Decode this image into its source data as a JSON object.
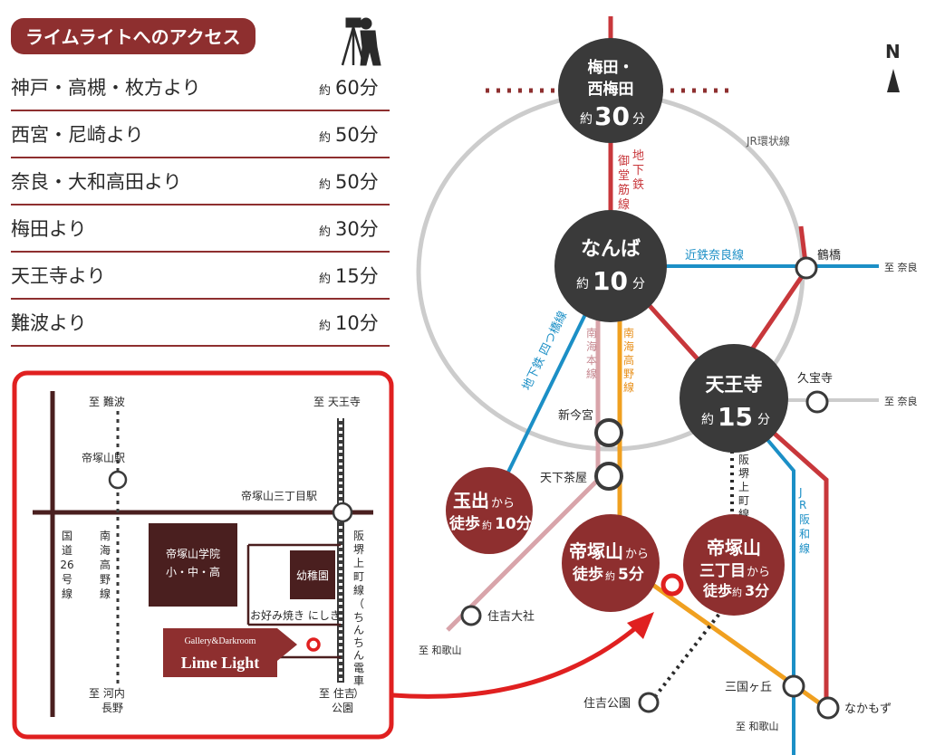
{
  "header": {
    "title": "ライムライトへのアクセス"
  },
  "access_list": [
    {
      "from": "神戸・高槻・枚方より",
      "approx": "約",
      "time": "60分"
    },
    {
      "from": "西宮・尼崎より",
      "approx": "約",
      "time": "50分"
    },
    {
      "from": "奈良・大和高田より",
      "approx": "約",
      "time": "50分"
    },
    {
      "from": "梅田より",
      "approx": "約",
      "time": "30分"
    },
    {
      "from": "天王寺より",
      "approx": "約",
      "time": "15分"
    },
    {
      "from": "難波より",
      "approx": "約",
      "time": "10分"
    }
  ],
  "local_map": {
    "to_namba": "至 難波",
    "to_tennoji": "至 天王寺",
    "tezukayama_station": "帝塚山駅",
    "tezukayama3_station": "帝塚山三丁目駅",
    "route26": [
      "国",
      "道",
      "26",
      "号",
      "線"
    ],
    "nankai_koya": [
      "南",
      "海",
      "高",
      "野",
      "線"
    ],
    "hankai": [
      "阪",
      "堺",
      "上",
      "町",
      "線",
      "（",
      "ち",
      "ん",
      "ち",
      "ん",
      "電",
      "車",
      "）"
    ],
    "school": [
      "帝塚山学院",
      "小・中・高"
    ],
    "kindergarten": "幼稚園",
    "okonomiyaki": "お好み焼き にしき",
    "gallery_sub": "Gallery&Darkroom",
    "gallery_name": "Lime Light",
    "to_kawachinagano": [
      "至 河内",
      "長野"
    ],
    "to_sumiyoshi_park": [
      "至 住吉",
      "公園"
    ]
  },
  "route_map": {
    "umeda": {
      "name1": "梅田・",
      "name2": "西梅田",
      "approx": "約",
      "time": "30",
      "unit": "分"
    },
    "namba": {
      "name": "なんば",
      "approx": "約",
      "time": "10",
      "unit": "分"
    },
    "tennoji": {
      "name": "天王寺",
      "approx": "約",
      "time": "15",
      "unit": "分"
    },
    "tamade": {
      "name": "玉出",
      "from": "から",
      "walk": "徒歩",
      "approx": "約",
      "time": "10分"
    },
    "tezukayama": {
      "name": "帝塚山",
      "from": "から",
      "walk": "徒歩",
      "approx": "約",
      "time": "5分"
    },
    "tezukayama3": {
      "name1": "帝塚山",
      "name2": "三丁目",
      "from": "から",
      "walk": "徒歩",
      "approx": "約",
      "time": "3分"
    },
    "jr_loop": "JR環状線",
    "midosuji": [
      "御",
      "堂",
      "筋",
      "線"
    ],
    "chikatetsu": [
      "地",
      "下",
      "鉄"
    ],
    "kintetsu_nara": "近鉄奈良線",
    "tsuruhashi": "鶴橋",
    "to_nara": "至 奈良",
    "yotsubashi": "地下鉄 四つ橋線",
    "nankai_main": [
      "南",
      "海",
      "本",
      "線"
    ],
    "nankai_koya": [
      "南",
      "海",
      "高",
      "野",
      "線"
    ],
    "kubouji": "久宝寺",
    "to_nara2": "至 奈良",
    "shin_imamiya": "新今宮",
    "tengachaya": "天下茶屋",
    "hankai": [
      "阪",
      "堺",
      "上",
      "町",
      "線"
    ],
    "jr_hanwa": [
      "J",
      "R",
      "阪",
      "和",
      "線"
    ],
    "sumiyoshi_taisha": "住吉大社",
    "to_wakayama": "至 和歌山",
    "sumiyoshi_koen": "住吉公園",
    "mikunigaoka": "三国ヶ丘",
    "nakamozu": "なかもず",
    "to_wakayama2": "至 和歌山",
    "north": "N"
  },
  "colors": {
    "header_bg": "#8e2f2f",
    "divider": "#8e2f2f",
    "red_frame": "#e02020",
    "station_dark": "#3a3a3a",
    "walk_circle": "#8e2f2f",
    "midosuji": "#c8373b",
    "yotsubashi": "#1b8fc6",
    "nankai_main": "#d8a4aa",
    "nankai_koya": "#f0a020",
    "loop": "#cccccc",
    "hanwa": "#1b8fc6"
  }
}
